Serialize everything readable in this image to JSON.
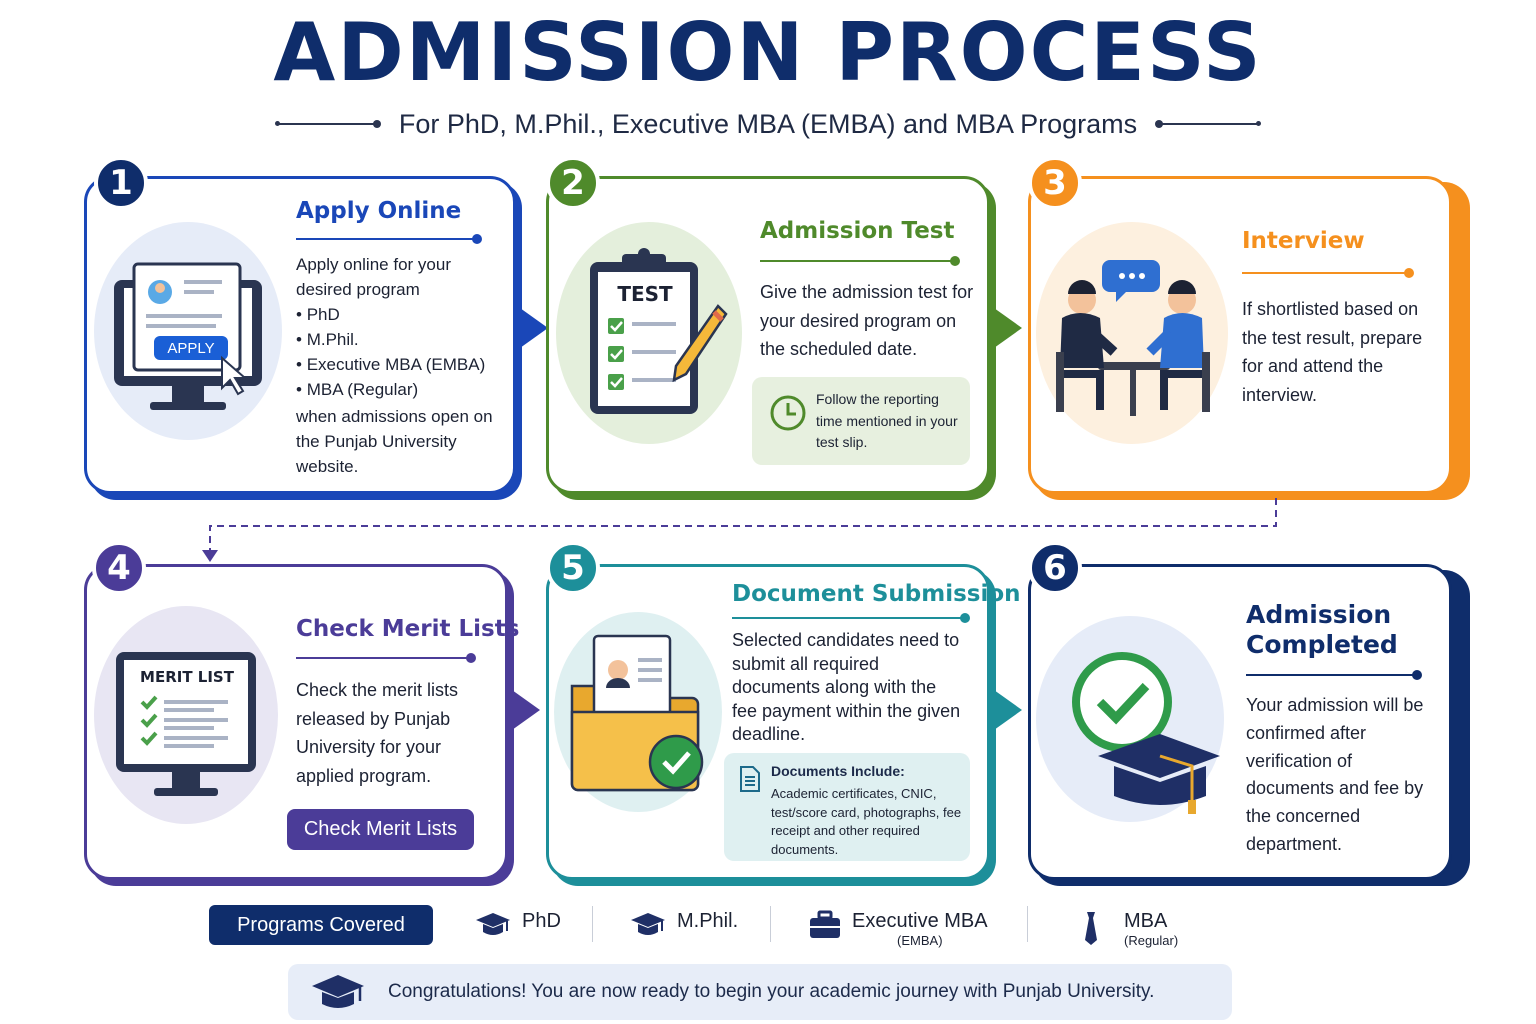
{
  "header": {
    "title": "ADMISSION PROCESS",
    "subtitle": "For PhD, M.Phil., Executive MBA (EMBA) and MBA Programs"
  },
  "colors": {
    "navy": "#0f2d6b",
    "blue": "#1a47b8",
    "green": "#4f8a2b",
    "orange": "#f5901e",
    "purple": "#4b3c98",
    "teal": "#1d8f9a"
  },
  "steps": [
    {
      "number": "1",
      "title": "Apply Online",
      "intro": "Apply online for your desired program",
      "bullets": [
        "PhD",
        "M.Phil.",
        "Executive MBA (EMBA)",
        "MBA (Regular)"
      ],
      "outro": "when admissions open on the Punjab University website.",
      "illustration_button": "APPLY",
      "icon": "computer-apply-icon"
    },
    {
      "number": "2",
      "title": "Admission Test",
      "text": "Give the admission test for your desired program on the scheduled date.",
      "note": "Follow the reporting time mentioned in your test slip.",
      "illustration_label": "TEST",
      "icon": "clipboard-test-icon"
    },
    {
      "number": "3",
      "title": "Interview",
      "text": "If shortlisted based on the test result, prepare for and attend the interview.",
      "icon": "interview-icon"
    },
    {
      "number": "4",
      "title": "Check Merit Lists",
      "text": "Check the merit lists released by Punjab University for your applied program.",
      "button": "Check Merit Lists",
      "illustration_label": "MERIT LIST",
      "icon": "merit-list-monitor-icon"
    },
    {
      "number": "5",
      "title": "Document Submission",
      "text": "Selected candidates need to submit all required documents along with the fee payment within the given deadline.",
      "note_title": "Documents Include:",
      "note_text": "Academic certificates, CNIC, test/score card, photographs, fee receipt and other required documents.",
      "icon": "folder-documents-icon"
    },
    {
      "number": "6",
      "title_line1": "Admission",
      "title_line2": "Completed",
      "text": "Your admission will be confirmed after verification of documents and fee by the concerned department.",
      "icon": "graduation-check-icon"
    }
  ],
  "programs": {
    "label": "Programs Covered",
    "items": [
      {
        "name": "PhD",
        "sub": "",
        "icon": "graduation-cap-icon"
      },
      {
        "name": "M.Phil.",
        "sub": "",
        "icon": "graduation-cap-icon"
      },
      {
        "name": "Executive MBA",
        "sub": "(EMBA)",
        "icon": "briefcase-icon"
      },
      {
        "name": "MBA",
        "sub": "(Regular)",
        "icon": "tie-icon"
      }
    ]
  },
  "congrats": "Congratulations! You are now ready to begin your academic journey with Punjab University."
}
